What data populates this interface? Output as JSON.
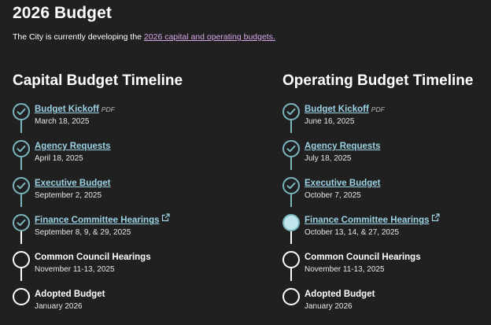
{
  "page": {
    "title": "2026 Budget",
    "intro_text": "The City is currently developing the ",
    "intro_link": "2026 capital and operating budgets."
  },
  "capital": {
    "title": "Capital Budget Timeline",
    "steps": [
      {
        "title": "Budget Kickoff",
        "tag": "PDF",
        "date": "March 18, 2025",
        "status": "done"
      },
      {
        "title": "Agency Requests",
        "date": "April 18, 2025",
        "status": "done"
      },
      {
        "title": "Executive Budget",
        "date": "September 2, 2025",
        "status": "done"
      },
      {
        "title": "Finance Committee Hearings",
        "date": "September 8, 9, & 29, 2025",
        "status": "done",
        "icon": "external-link-icon"
      },
      {
        "title": "Common Council Hearings",
        "date": "November 11-13, 2025",
        "status": "upcoming"
      },
      {
        "title": "Adopted Budget",
        "date": "January 2026",
        "status": "upcoming"
      }
    ]
  },
  "operating": {
    "title": "Operating Budget Timeline",
    "steps": [
      {
        "title": "Budget Kickoff",
        "tag": "PDF",
        "date": "June 16, 2025",
        "status": "done"
      },
      {
        "title": "Agency Requests",
        "date": "July 18, 2025",
        "status": "done"
      },
      {
        "title": "Executive Budget",
        "date": "October 7, 2025",
        "status": "done"
      },
      {
        "title": "Finance Committee Hearings",
        "date": "October 13, 14, & 27, 2025",
        "status": "current",
        "icon": "external-link-icon"
      },
      {
        "title": "Common Council Hearings",
        "date": "November 11-13, 2025",
        "status": "upcoming"
      },
      {
        "title": "Adopted Budget",
        "date": "January 2026",
        "status": "upcoming"
      }
    ]
  },
  "colors": {
    "background": "#202020",
    "completed": "#7ab6be",
    "current_fill": "#bfe6ec",
    "link": "#9bd2e4",
    "intro_link": "#d5a7e6"
  }
}
